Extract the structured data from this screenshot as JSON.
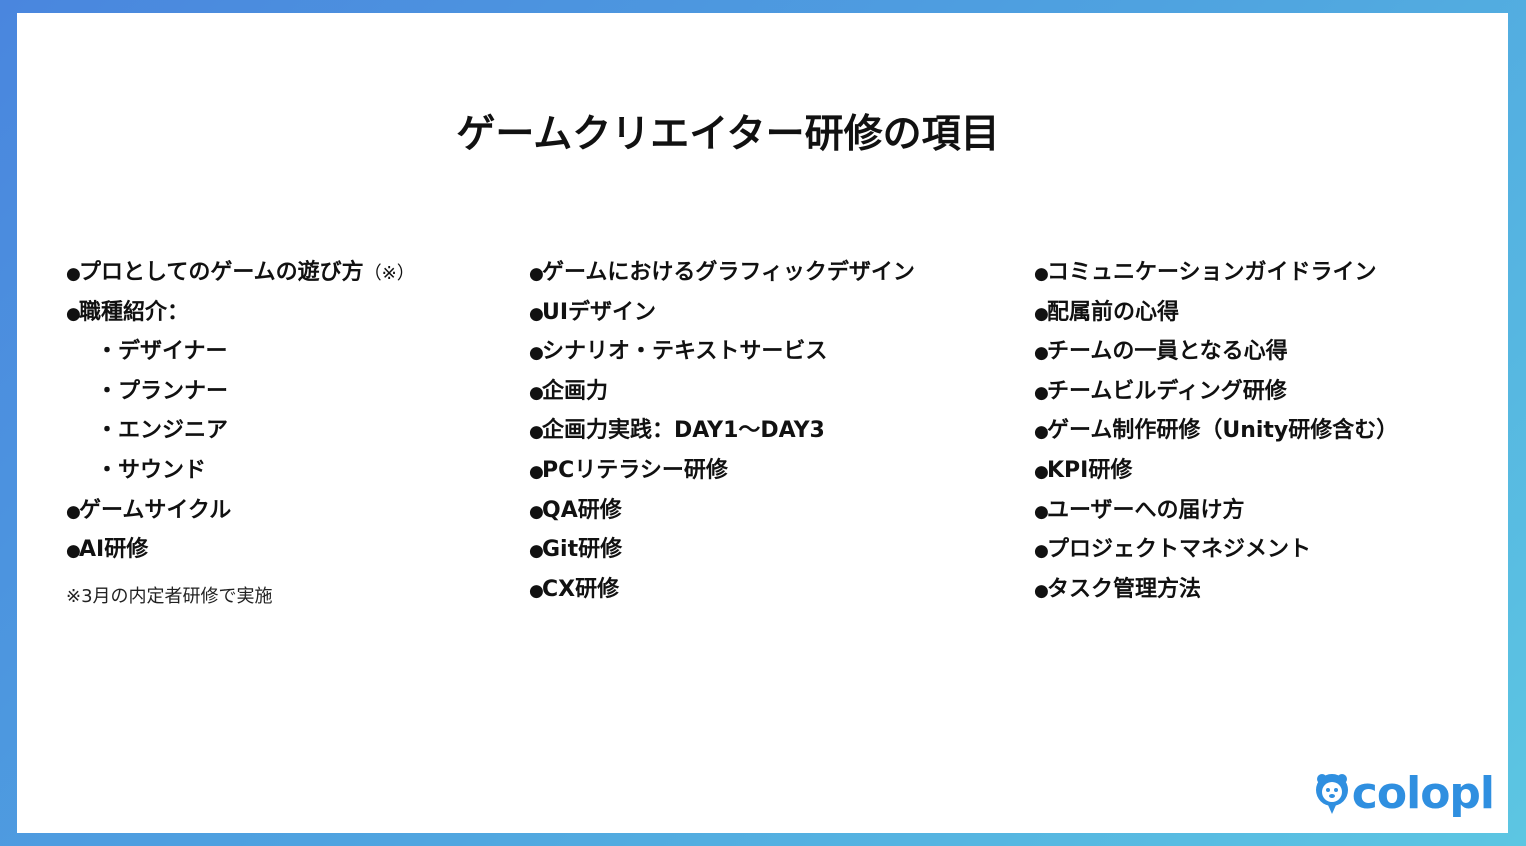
{
  "title": "ゲームクリエイター研修の項目",
  "columns": [
    {
      "items": [
        {
          "bullet": "●",
          "text": "プロとしてのゲームの遊び方",
          "note": "（※）"
        },
        {
          "bullet": "●",
          "text": "職種紹介："
        },
        {
          "bullet": "・",
          "text": "デザイナー",
          "sub": true
        },
        {
          "bullet": "・",
          "text": "プランナー",
          "sub": true
        },
        {
          "bullet": "・",
          "text": "エンジニア",
          "sub": true
        },
        {
          "bullet": "・",
          "text": "サウンド",
          "sub": true
        },
        {
          "bullet": "●",
          "text": "ゲームサイクル"
        },
        {
          "bullet": "●",
          "text": "AI研修"
        }
      ],
      "footnote": "※3月の内定者研修で実施"
    },
    {
      "items": [
        {
          "bullet": "●",
          "text": "ゲームにおけるグラフィックデザイン"
        },
        {
          "bullet": "●",
          "text": "UIデザイン"
        },
        {
          "bullet": "●",
          "text": "シナリオ・テキストサービス"
        },
        {
          "bullet": "●",
          "text": "企画力"
        },
        {
          "bullet": "●",
          "text": "企画力実践：DAY1〜DAY3"
        },
        {
          "bullet": "●",
          "text": "PCリテラシー研修"
        },
        {
          "bullet": "●",
          "text": "QA研修"
        },
        {
          "bullet": "●",
          "text": "Git研修"
        },
        {
          "bullet": "●",
          "text": "CX研修"
        }
      ]
    },
    {
      "items": [
        {
          "bullet": "●",
          "text": "コミュニケーションガイドライン"
        },
        {
          "bullet": "●",
          "text": "配属前の心得"
        },
        {
          "bullet": "●",
          "text": "チームの一員となる心得"
        },
        {
          "bullet": "●",
          "text": "チームビルディング研修"
        },
        {
          "bullet": "●",
          "text": "ゲーム制作研修（Unity研修含む）"
        },
        {
          "bullet": "●",
          "text": "KPI研修"
        },
        {
          "bullet": "●",
          "text": "ユーザーへの届け方"
        },
        {
          "bullet": "●",
          "text": "プロジェクトマネジメント"
        },
        {
          "bullet": "●",
          "text": "タスク管理方法"
        }
      ]
    }
  ],
  "logo": {
    "text": "colopl",
    "icon": "colopl-bear-logo-icon",
    "color": "#2f8fe0"
  },
  "colors": {
    "frame_start": "#4a86de",
    "frame_end": "#5cc6e2",
    "text": "#111111",
    "background": "#ffffff"
  }
}
